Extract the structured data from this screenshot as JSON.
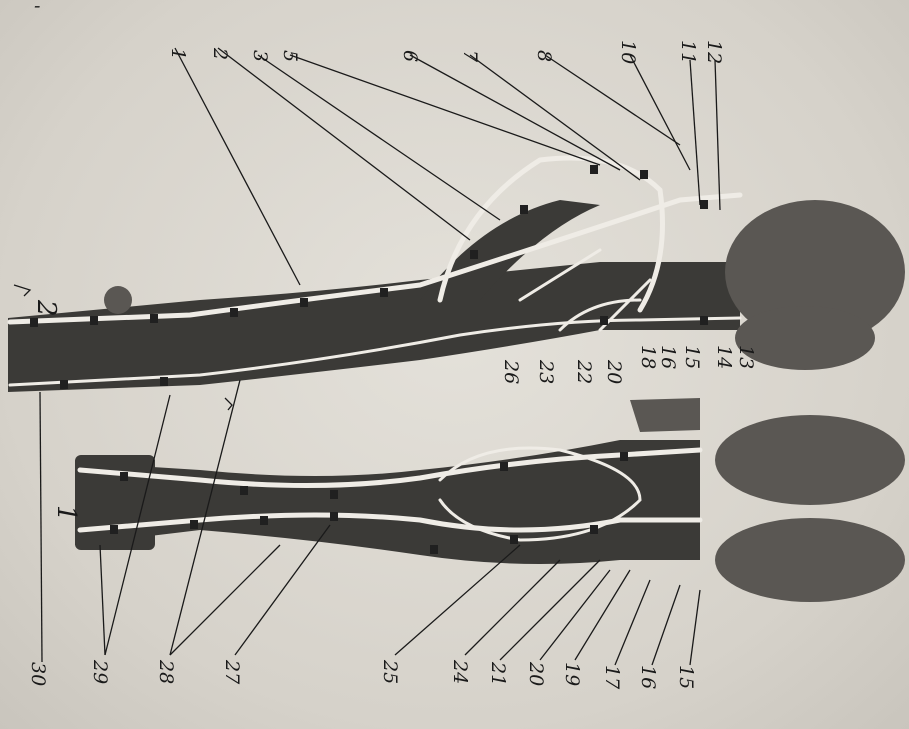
{
  "figure": {
    "labels": {
      "top": [
        "1",
        "2",
        "3",
        "5",
        "6",
        "7",
        "8",
        "10",
        "11",
        "12"
      ],
      "inner": [
        "26",
        "23",
        "22",
        "20",
        "18",
        "16",
        "15",
        "14",
        "13"
      ],
      "bottom": [
        "30",
        "29",
        "28",
        "27",
        "25",
        "24",
        "21",
        "20",
        "19",
        "17",
        "16",
        "15"
      ],
      "view_left": "1",
      "view_right": "2",
      "top_left_mark": "-"
    },
    "colors": {
      "paper": "#d9d6cf",
      "tissue": "#3b3a37",
      "organ": "#5a5753",
      "vessel": "#efece6",
      "ink": "#1a1a1a"
    }
  }
}
